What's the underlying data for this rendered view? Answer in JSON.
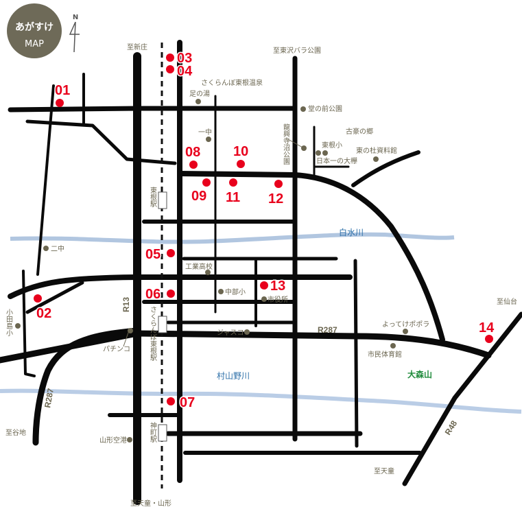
{
  "logo": {
    "text": "あがすけ",
    "sub": "MAP"
  },
  "compass": {
    "label": "N"
  },
  "markers": [
    "01",
    "02",
    "03",
    "04",
    "05",
    "06",
    "07",
    "08",
    "09",
    "10",
    "11",
    "12",
    "13",
    "14"
  ],
  "directions": {
    "north_shinjo": "至新庄",
    "north_higashizawa": "至東沢バラ公園",
    "east_sendai": "至仙台",
    "west_yachi": "至谷地",
    "south_tendo_yamagata": "至天童・山形",
    "south_tendo": "至天童"
  },
  "routes": {
    "r13": "R13",
    "r287_east": "R287",
    "r287_west": "R287",
    "r48": "R48"
  },
  "rivers": {
    "shiromizu": "白水川",
    "murayamano": "村山野川"
  },
  "mountain": "大森山",
  "stations": {
    "higashine": "東根駅",
    "sakuranbo_higashine": "さくらんぼ東根駅",
    "jinmachi": "神町駅"
  },
  "landmarks": {
    "onsen": "さくらんぼ東根温泉",
    "ashiyu": "足の湯",
    "ichichu": "一中",
    "donomae": "堂の前公園",
    "ryukoji": "龍興寺沼公園",
    "kogo": "古豪の郷",
    "higashineSho": "東根小",
    "keyaki": "日本一の大欅",
    "shiryokan": "東の杜資料館",
    "nichu": "二中",
    "odajima": "小田島小",
    "kogyo": "工業高校",
    "chubu": "中部小",
    "shiyakusho": "市役所",
    "jasco": "ジャスコ",
    "pachinko": "パチンコ",
    "yottekepopora": "よってけポポラ",
    "taiikukan": "市民体育館",
    "airport": "山形空港"
  },
  "colors": {
    "marker": "#e8001c",
    "poi": "#6b6650",
    "river": "#2c6fa8",
    "mountain": "#1e8a3a",
    "logo": "#6e6a58"
  }
}
